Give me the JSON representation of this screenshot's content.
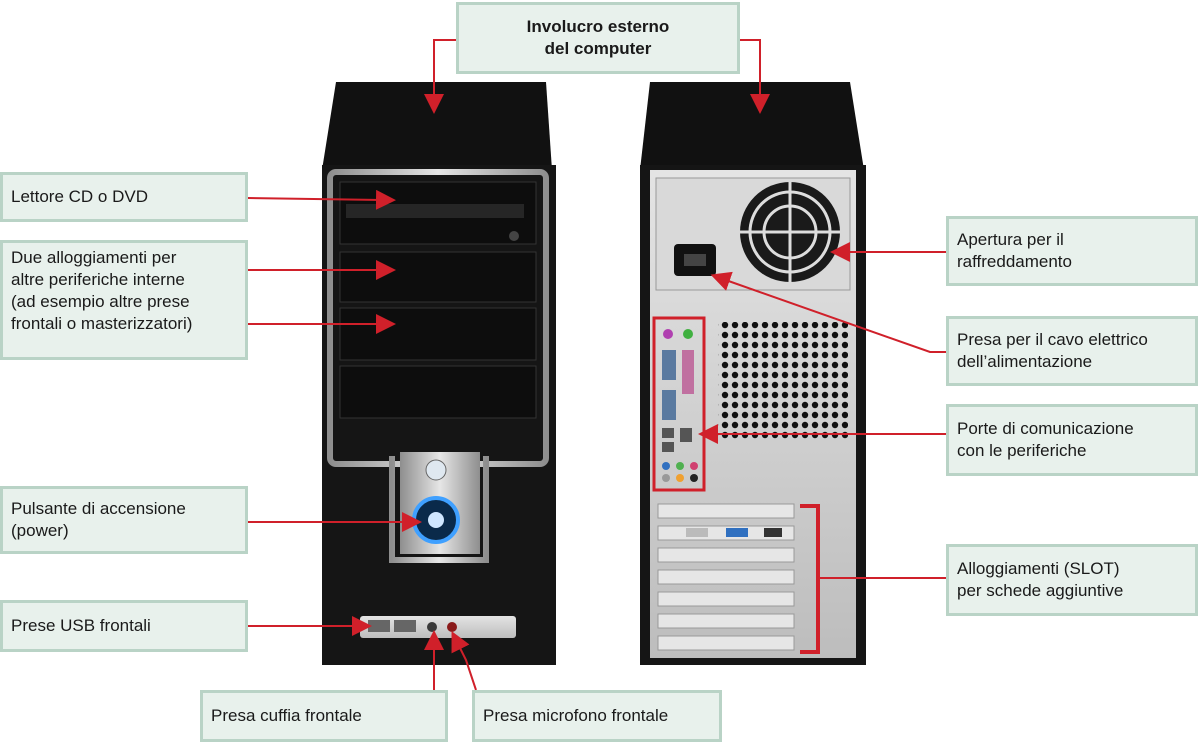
{
  "labels": {
    "case": "Involucro esterno\ndel computer",
    "cd_dvd": "Lettore CD o DVD",
    "bays": "Due alloggiamenti per\naltre periferiche interne\n(ad esempio altre prese\nfrontali o masterizzatori)",
    "power_button": "Pulsante di accensione\n(power)",
    "usb_front": "Prese USB frontali",
    "headphone": "Presa cuffia frontale",
    "microphone": "Presa microfono frontale",
    "cooling": "Apertura per il\nraffreddamento",
    "power_cable": "Presa per il cavo elettrico\ndell’alimentazione",
    "ports": "Porte di comunicazione\ncon le periferiche",
    "slots": "Alloggiamenti (SLOT)\nper schede aggiuntive"
  },
  "colors": {
    "callout_line": "#d0202a",
    "label_fill": "#e8f1ec",
    "label_border": "#b9d3c6",
    "case_black": "#141414",
    "case_silver": "#c9c9c9"
  }
}
